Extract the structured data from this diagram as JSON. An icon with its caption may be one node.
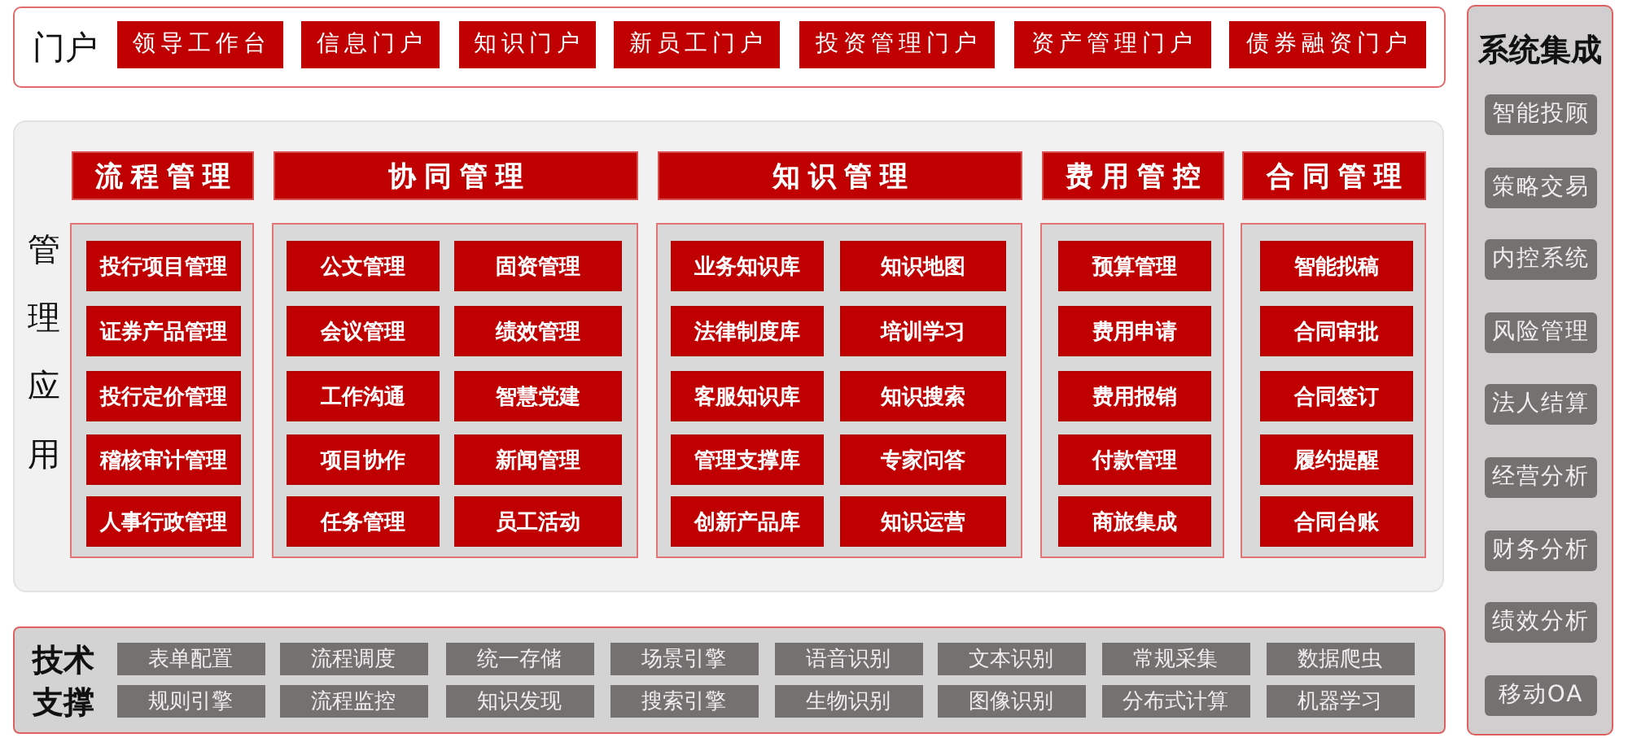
{
  "diagram": {
    "nodes": [
      {
        "text": [
          "门户"
        ]
      },
      {
        "text": [
          "领导工作台"
        ],
        "in": 0
      },
      {
        "text": [
          "信息门户"
        ],
        "in": 0
      },
      {
        "text": [
          "知识门户"
        ],
        "in": 0
      },
      {
        "text": [
          "新员工门户"
        ],
        "in": 0
      },
      {
        "text": [
          "投资管理门户"
        ],
        "in": 0
      },
      {
        "text": [
          "资产管理门户"
        ],
        "in": 0
      },
      {
        "text": [
          "债券融资门户"
        ],
        "in": 0
      },
      {
        "text": [
          "管理应用"
        ]
      },
      {
        "text": [
          "流程管理"
        ],
        "in": 8
      },
      {
        "text": [
          "协同管理"
        ],
        "in": 8
      },
      {
        "text": [
          "知识管理"
        ],
        "in": 8
      },
      {
        "text": [
          "费用管控"
        ],
        "in": 8
      },
      {
        "text": [
          "合同管理"
        ],
        "in": 8
      },
      {
        "text": [],
        "shape": "box",
        "in": 8
      },
      {
        "text": [
          "投行项目管理"
        ],
        "in": 14
      },
      {
        "text": [
          "证券产品管理"
        ],
        "in": 14
      },
      {
        "text": [
          "投行定价管理"
        ],
        "in": 14
      },
      {
        "text": [
          "稽核审计管理"
        ],
        "in": 14
      },
      {
        "text": [
          "人事行政管理"
        ],
        "in": 14
      },
      {
        "text": [],
        "shape": "box",
        "in": 8
      },
      {
        "text": [
          "公文管理"
        ],
        "in": 20
      },
      {
        "text": [
          "固资管理"
        ],
        "in": 20
      },
      {
        "text": [
          "会议管理"
        ],
        "in": 20
      },
      {
        "text": [
          "绩效管理"
        ],
        "in": 20
      },
      {
        "text": [
          "工作沟通"
        ],
        "in": 20
      },
      {
        "text": [
          "智慧党建"
        ],
        "in": 20
      },
      {
        "text": [
          "项目协作"
        ],
        "in": 20
      },
      {
        "text": [
          "新闻管理"
        ],
        "in": 20
      },
      {
        "text": [
          "任务管理"
        ],
        "in": 20
      },
      {
        "text": [
          "员工活动"
        ],
        "in": 20
      },
      {
        "text": [],
        "shape": "box",
        "in": 8
      },
      {
        "text": [
          "业务知识库"
        ],
        "in": 31
      },
      {
        "text": [
          "知识地图"
        ],
        "in": 31
      },
      {
        "text": [
          "法律制度库"
        ],
        "in": 31
      },
      {
        "text": [
          "培训学习"
        ],
        "in": 31
      },
      {
        "text": [
          "客服知识库"
        ],
        "in": 31
      },
      {
        "text": [
          "知识搜索"
        ],
        "in": 31
      },
      {
        "text": [
          "管理支撑库"
        ],
        "in": 31
      },
      {
        "text": [
          "专家问答"
        ],
        "in": 31
      },
      {
        "text": [
          "创新产品库"
        ],
        "in": 31
      },
      {
        "text": [
          "知识运营"
        ],
        "in": 31
      },
      {
        "text": [],
        "shape": "box",
        "in": 8
      },
      {
        "text": [
          "预算管理"
        ],
        "in": 42
      },
      {
        "text": [
          "费用申请"
        ],
        "in": 42
      },
      {
        "text": [
          "费用报销"
        ],
        "in": 42
      },
      {
        "text": [
          "付款管理"
        ],
        "in": 42
      },
      {
        "text": [
          "商旅集成"
        ],
        "in": 42
      },
      {
        "text": [],
        "shape": "box",
        "in": 8
      },
      {
        "text": [
          "智能拟稿"
        ],
        "in": 48
      },
      {
        "text": [
          "合同审批"
        ],
        "in": 48
      },
      {
        "text": [
          "合同签订"
        ],
        "in": 48
      },
      {
        "text": [
          "履约提醒"
        ],
        "in": 48
      },
      {
        "text": [
          "合同台账"
        ],
        "in": 48
      },
      {
        "text": [
          "技术支撑"
        ]
      },
      {
        "text": [
          "表单配置"
        ],
        "in": 54
      },
      {
        "text": [
          "流程调度"
        ],
        "in": 54
      },
      {
        "text": [
          "统一存储"
        ],
        "in": 54
      },
      {
        "text": [
          "场景引擎"
        ],
        "in": 54
      },
      {
        "text": [
          "语音识别"
        ],
        "in": 54
      },
      {
        "text": [
          "文本识别"
        ],
        "in": 54
      },
      {
        "text": [
          "常规采集"
        ],
        "in": 54
      },
      {
        "text": [
          "数据爬虫"
        ],
        "in": 54
      },
      {
        "text": [
          "规则引擎"
        ],
        "in": 54
      },
      {
        "text": [
          "流程监控"
        ],
        "in": 54
      },
      {
        "text": [
          "知识发现"
        ],
        "in": 54
      },
      {
        "text": [
          "搜索引擎"
        ],
        "in": 54
      },
      {
        "text": [
          "生物识别"
        ],
        "in": 54
      },
      {
        "text": [
          "图像识别"
        ],
        "in": 54
      },
      {
        "text": [
          "分布式计算"
        ],
        "in": 54
      },
      {
        "text": [
          "机器学习"
        ],
        "in": 54
      },
      {
        "text": [
          "系统集成"
        ]
      },
      {
        "text": [
          "智能投顾"
        ],
        "in": 71
      },
      {
        "text": [
          "策略交易"
        ],
        "in": 71
      },
      {
        "text": [
          "内控系统"
        ],
        "in": 71
      },
      {
        "text": [
          "风险管理"
        ],
        "in": 71
      },
      {
        "text": [
          "法人结算"
        ],
        "in": 71
      },
      {
        "text": [
          "经营分析"
        ],
        "in": 71
      },
      {
        "text": [
          "财务分析"
        ],
        "in": 71
      },
      {
        "text": [
          "绩效分析"
        ],
        "in": 71
      },
      {
        "text": [
          "移动OA"
        ],
        "in": 71
      }
    ]
  }
}
